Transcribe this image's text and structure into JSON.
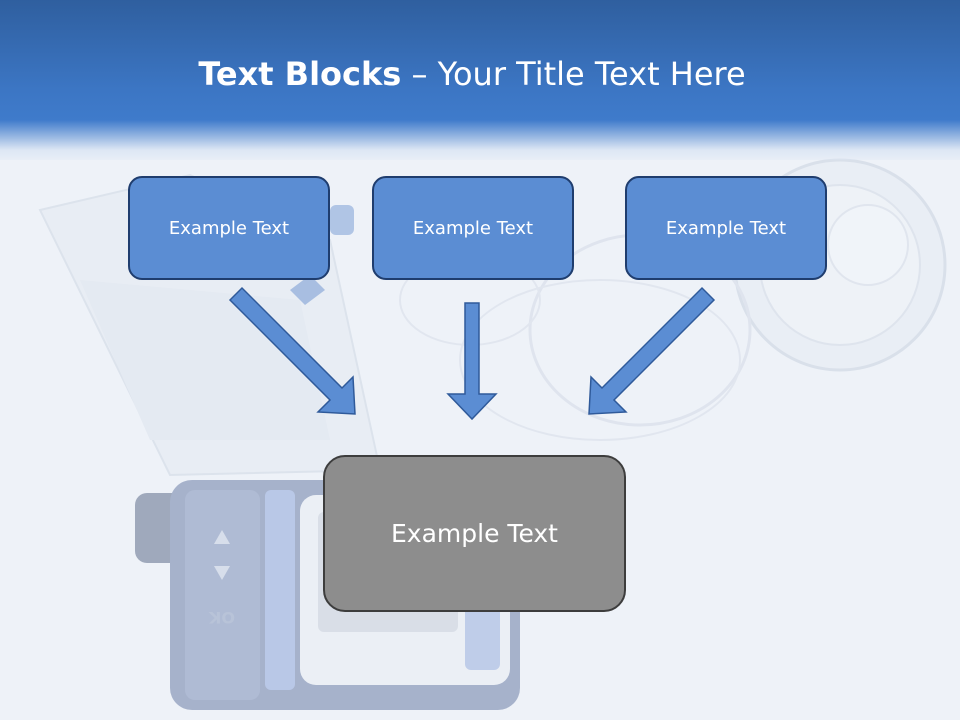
{
  "slide": {
    "title_bold": "Text Blocks",
    "title_rest": " – Your Title Text Here"
  },
  "blocks": [
    {
      "label": "Example Text"
    },
    {
      "label": "Example Text"
    },
    {
      "label": "Example Text"
    }
  ],
  "center_block": {
    "label": "Example Text"
  },
  "device": {
    "button_ok_label": "OK"
  },
  "colors": {
    "header": "#3c76c4",
    "block_fill": "#5b8dd3",
    "block_border": "#1f3d6e",
    "center_fill": "#8d8d8d",
    "arrow_fill": "#5b8dd3"
  }
}
